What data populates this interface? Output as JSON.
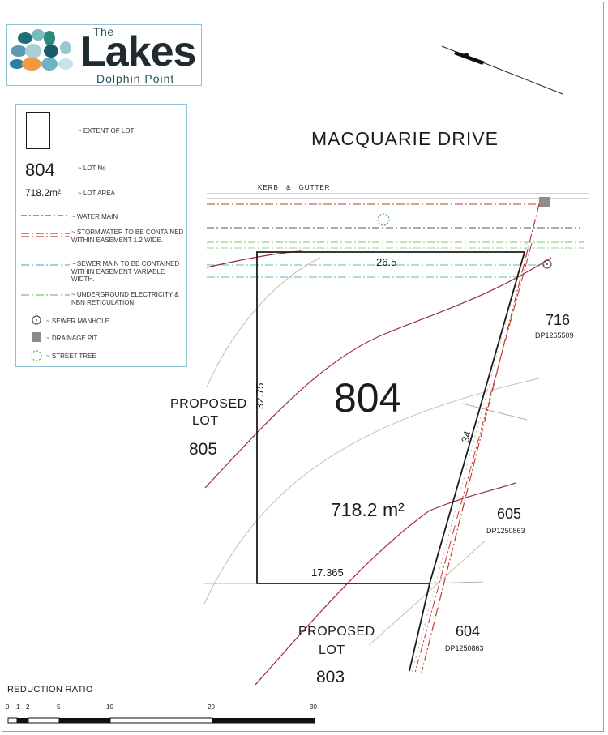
{
  "logo": {
    "the": "The",
    "lakes": "Lakes",
    "subtitle": "Dolphin Point"
  },
  "legend": {
    "extent_label": "~ EXTENT OF LOT",
    "lot_no_sample": "804",
    "lot_no_label": "~ LOT No",
    "lot_area_sample": "718.2m²",
    "lot_area_label": "~ LOT AREA",
    "water_main": "~ WATER MAIN",
    "stormwater": "~ STORMWATER TO BE CONTAINED WITHIN EASEMENT 1.2 WIDE.",
    "sewer_main": "~ SEWER MAIN TO BE CONTAINED WITHIN EASEMENT VARIABLE WIDTH.",
    "electricity": "~ UNDERGROUND ELECTRICITY & NBN RETICULATION",
    "sewer_manhole": "~ SEWER MANHOLE",
    "drainage_pit": "~ DRAINAGE PIT",
    "street_tree": "~ STREET TREE",
    "colors": {
      "water": "#4a5a6a",
      "storm": "#c0392b",
      "sewer": "#5bb7c9",
      "elec": "#7cc46b"
    }
  },
  "map": {
    "street_name": "MACQUARIE DRIVE",
    "kerb_label": "KERB & GUTTER",
    "lot_number": "804",
    "lot_area": "718.2 m²",
    "dim_top": "26.5",
    "dim_left": "32.75",
    "dim_right": "34",
    "dim_bottom": "17.365",
    "proposed_805": {
      "line1": "PROPOSED",
      "line2": "LOT",
      "number": "805"
    },
    "proposed_803": {
      "line1": "PROPOSED",
      "line2": "LOT",
      "number": "803"
    },
    "lot_716": {
      "number": "716",
      "dp": "DP1265509"
    },
    "lot_605": {
      "number": "605",
      "dp": "DP1250863"
    },
    "lot_604": {
      "number": "604",
      "dp": "DP1250863"
    }
  },
  "scale": {
    "title": "REDUCTION RATIO",
    "ticks": [
      "0",
      "1",
      "2",
      "5",
      "10",
      "20",
      "30"
    ]
  }
}
